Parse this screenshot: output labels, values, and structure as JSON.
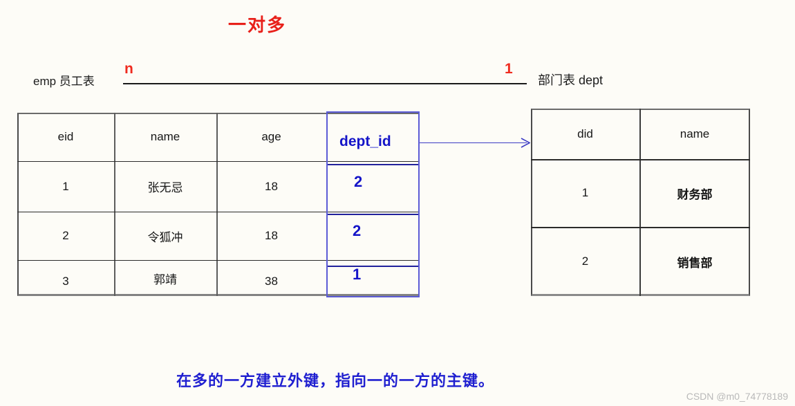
{
  "title": "一对多",
  "relationship": {
    "left_entity": "emp 员工表",
    "right_entity": "部门表 dept",
    "left_cardinality": "n",
    "right_cardinality": "1",
    "line_color": "#1a1a1a",
    "cardinality_color": "#ef2b1f"
  },
  "emp_table": {
    "name": "emp",
    "columns": [
      "eid",
      "name",
      "age",
      "dept_id"
    ],
    "rows": [
      {
        "eid": "1",
        "name": "张无忌",
        "age": "18",
        "dept_id": "2"
      },
      {
        "eid": "2",
        "name": "令狐冲",
        "age": "18",
        "dept_id": "2"
      },
      {
        "eid": "3",
        "name": "郭靖",
        "age": "38",
        "dept_id": "1"
      }
    ],
    "foreign_key_column": "dept_id",
    "foreign_key_color": "#1414c8"
  },
  "dept_table": {
    "name": "dept",
    "columns": [
      "did",
      "name"
    ],
    "rows": [
      {
        "did": "1",
        "name": "财务部"
      },
      {
        "did": "2",
        "name": "销售部"
      }
    ]
  },
  "footnote": "在多的一方建立外键，指向一的一方的主键。",
  "footnote_color": "#1f1fd0",
  "watermark": "CSDN @m0_74778189"
}
